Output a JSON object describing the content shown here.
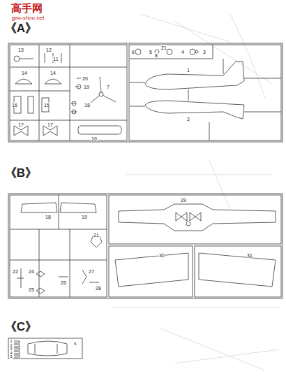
{
  "diagram": {
    "labels": [
      "高手网",
      "gao-shou.net",
      "《A》",
      "13",
      "12",
      "11",
      "14",
      "14",
      "16",
      "15",
      "20",
      "19",
      "18",
      "7",
      "17",
      "17",
      "10",
      "6",
      "5",
      "8",
      "21",
      "4",
      "3",
      "1",
      "2",
      "《B》",
      "18",
      "19",
      "29",
      "21",
      "22",
      "24",
      "25",
      "26",
      "27",
      "28",
      "30",
      "31",
      "《C》",
      "1",
      "2",
      "3",
      "4",
      "5",
      "6"
    ]
  }
}
